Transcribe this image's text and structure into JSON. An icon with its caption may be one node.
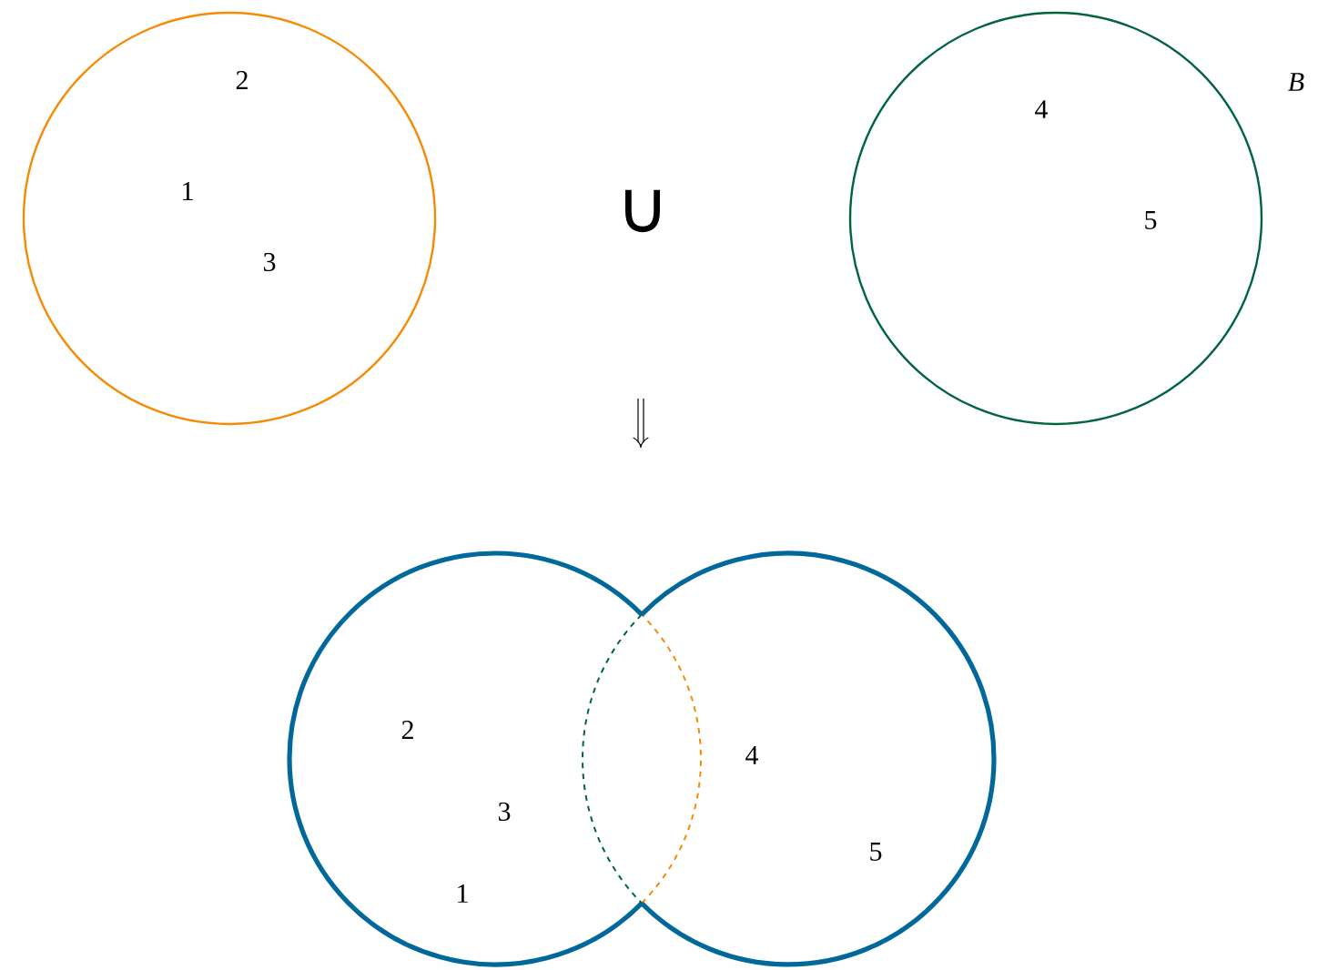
{
  "diagram": {
    "nodes": [
      {
        "text": [
          "2",
          "1",
          "3"
        ]
      },
      {
        "text": [
          "4",
          "5"
        ],
        "beside": [
          "B"
        ]
      },
      {
        "text": [
          "2",
          "3",
          "1"
        ]
      },
      {
        "text": [
          "4",
          "5"
        ]
      }
    ],
    "labels": [
      "∪"
    ]
  }
}
